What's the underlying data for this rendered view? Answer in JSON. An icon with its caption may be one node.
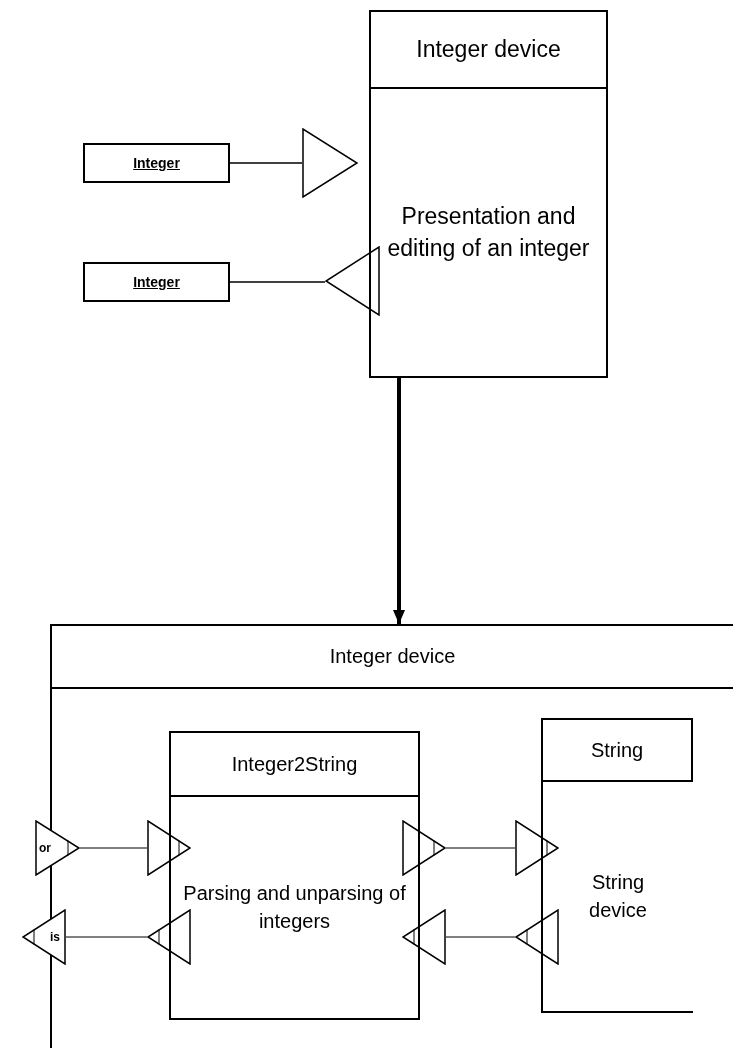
{
  "diagram": {
    "nodes": [
      {
        "text": [
          "Integer device",
          "Presentation and editing of an integer"
        ]
      },
      {
        "text": [
          "Integer"
        ]
      },
      {
        "text": [
          "Integer"
        ]
      },
      {
        "text": [],
        "shape": "triangle"
      },
      {
        "text": [],
        "shape": "triangle"
      },
      {
        "text": [
          "Integer device"
        ]
      },
      {
        "text": [
          "or"
        ]
      },
      {
        "text": [
          "is"
        ]
      },
      {
        "text": [
          "Integer2String",
          "Parsing and unparsing of integers"
        ],
        "in": 5
      },
      {
        "text": [],
        "shape": "triangle",
        "in": 5
      },
      {
        "text": [],
        "shape": "triangle",
        "in": 5
      },
      {
        "text": [],
        "shape": "triangle",
        "in": 5
      },
      {
        "text": [],
        "shape": "triangle",
        "in": 5
      },
      {
        "text": [
          "String",
          "String device"
        ],
        "in": 5
      },
      {
        "text": [],
        "shape": "triangle",
        "in": 5
      },
      {
        "text": [],
        "shape": "triangle",
        "in": 5
      }
    ],
    "edges": [
      {
        "from": 1,
        "to": 3,
        "arrow": "none"
      },
      {
        "from": 2,
        "to": 4,
        "arrow": "none"
      },
      {
        "from": 0,
        "to": 5,
        "arrow": "to",
        "style": "thick"
      },
      {
        "from": 6,
        "to": 9,
        "arrow": "none"
      },
      {
        "from": 10,
        "to": 7,
        "arrow": "none"
      },
      {
        "from": 11,
        "to": 14,
        "arrow": "none"
      },
      {
        "from": 15,
        "to": 12,
        "arrow": "none"
      }
    ]
  }
}
